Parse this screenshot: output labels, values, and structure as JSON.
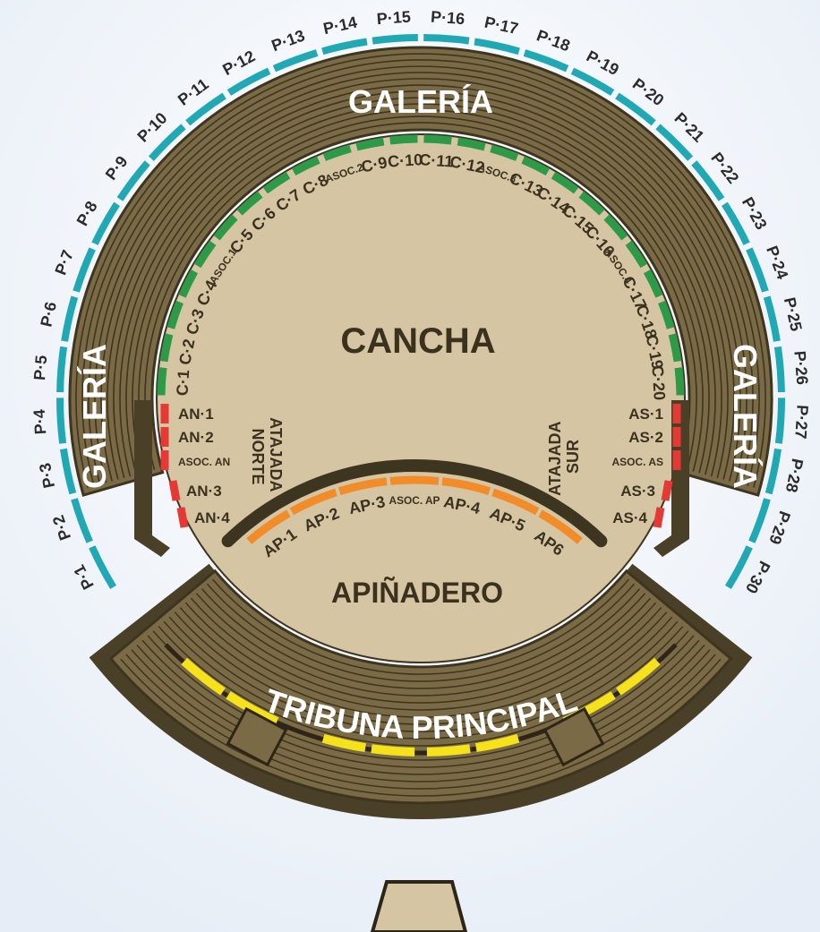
{
  "areas": {
    "cancha": "CANCHA",
    "apinadero": "APIÑADERO",
    "atajada_norte": [
      "ATAJADA",
      "NORTE"
    ],
    "atajada_sur": [
      "ATAJADA",
      "SUR"
    ]
  },
  "zones": {
    "galeria_top": "GALERÍA",
    "galeria_left": "GALERÍA",
    "galeria_right": "GALERÍA",
    "tribuna": "TRIBUNA PRINCIPAL"
  },
  "perimeter_sections": [
    "P·1",
    "P·2",
    "P·3",
    "P·4",
    "P·5",
    "P·6",
    "P·7",
    "P·8",
    "P·9",
    "P·10",
    "P·11",
    "P·12",
    "P·13",
    "P·14",
    "P·15",
    "P·16",
    "P·17",
    "P·18",
    "P·19",
    "P·20",
    "P·21",
    "P·22",
    "P·23",
    "P·24",
    "P·25",
    "P·26",
    "P·27",
    "P·28",
    "P·29",
    "P·30"
  ],
  "cancha_sections": [
    "C·1",
    "C·2",
    "C·3",
    "C·4",
    "ASOC.1",
    "C·5",
    "C·6",
    "C·7",
    "C·8",
    "ASOC.2",
    "C·9",
    "C·10",
    "C·11",
    "C·12",
    "ASOC.3",
    "C·13",
    "C·14",
    "C·15",
    "C·16",
    "ASOC.4",
    "C·17",
    "C·18",
    "C·19",
    "C·20"
  ],
  "atajada_norte_sections": [
    "AN·1",
    "AN·2",
    "ASOC. AN",
    "AN·3",
    "AN·4"
  ],
  "atajada_sur_sections": [
    "AS·1",
    "AS·2",
    "ASOC. AS",
    "AS·3",
    "AS·4"
  ],
  "apinadero_sections": [
    "AP·1",
    "AP·2",
    "AP·3",
    "ASOC. AP",
    "AP·4",
    "AP·5",
    "AP6"
  ],
  "colors": {
    "perimeter": "#21a8b5",
    "cancha_sections": "#2e9a48",
    "atajada_sections": "#e53935",
    "apinadero_sections": "#f28c28",
    "tribuna_sections": "#f5e21b",
    "stands": "#7a6a45",
    "stands_dark": "#3e3520",
    "field": "#d6c5a3"
  }
}
